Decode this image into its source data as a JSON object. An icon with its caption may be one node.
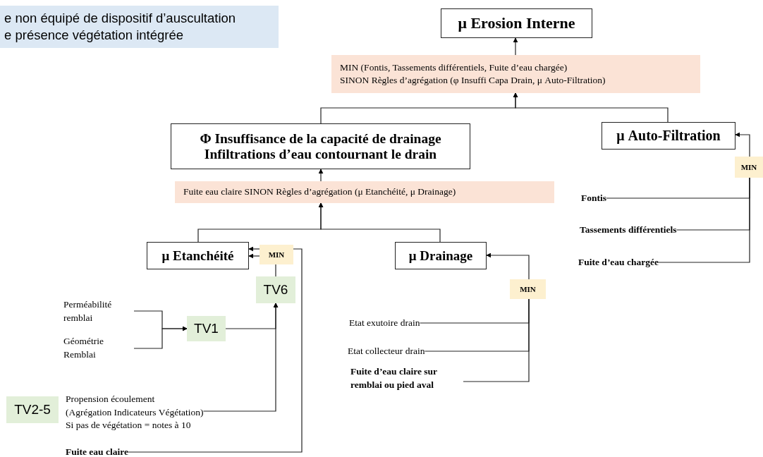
{
  "diagram": {
    "nodes": [
      {
        "text": [
          "e non équipé de dispositif d’auscultation e présence végétation intégrée"
        ]
      },
      {
        "text": [
          "μ Erosion Interne"
        ]
      },
      {
        "text": [
          "MIN (Fontis, Tassements différentiels, Fuite d’eau chargée)",
          "SINON Règles d’agrégation (φ Insuffi Capa Drain, μ Auto-Filtration)"
        ]
      },
      {
        "text": [
          "Φ Insuffisance de la capacité de drainage",
          "Infiltrations d’eau contournant le drain"
        ]
      },
      {
        "text": [
          "μ Auto-Filtration"
        ]
      },
      {
        "text": [
          "Fuite eau claire SINON Règles d’agrégation (μ Etanchéité, μ Drainage)"
        ]
      },
      {
        "text": [
          "μ Etanchéité"
        ]
      },
      {
        "text": [
          "MIN"
        ]
      },
      {
        "text": [
          "μ Drainage"
        ]
      },
      {
        "text": [
          "MIN"
        ]
      },
      {
        "text": [
          "MIN"
        ]
      },
      {
        "text": [
          "TV6"
        ]
      },
      {
        "text": [
          "TV1"
        ]
      },
      {
        "text": [
          "TV2-5"
        ]
      },
      {
        "text": [
          "Perméabilité remblai"
        ]
      },
      {
        "text": [
          "Géométrie Remblai"
        ]
      },
      {
        "text": [
          "Propension écoulement",
          "(Agrégation Indicateurs Végétation)",
          "Si pas de végétation = notes à 10"
        ]
      },
      {
        "text": [
          "Fuite eau claire"
        ]
      },
      {
        "text": [
          "Etat exutoire drain"
        ]
      },
      {
        "text": [
          "Etat collecteur drain"
        ]
      },
      {
        "text": [
          "Fuite d’eau claire sur remblai ou pied aval"
        ]
      },
      {
        "text": [
          "Fontis"
        ]
      },
      {
        "text": [
          "Tassements différentiels"
        ]
      },
      {
        "text": [
          "Fuite d’eau chargée"
        ]
      }
    ],
    "edges": [
      {
        "from": 2,
        "to": 1,
        "arrow": "to"
      },
      {
        "from": 3,
        "to": 2,
        "arrow": "to"
      },
      {
        "from": 4,
        "to": 2,
        "arrow": "to"
      },
      {
        "from": 5,
        "to": 3,
        "arrow": "to"
      },
      {
        "from": 6,
        "to": 5,
        "arrow": "to"
      },
      {
        "from": 8,
        "to": 5,
        "arrow": "to"
      },
      {
        "from": 17,
        "to": 7,
        "arrow": "none"
      },
      {
        "from": 7,
        "to": 6,
        "arrow": "to"
      },
      {
        "from": 7,
        "to": 6,
        "arrow": "to"
      },
      {
        "from": 11,
        "to": 7,
        "arrow": "none"
      },
      {
        "from": 12,
        "to": 11,
        "arrow": "to"
      },
      {
        "from": 16,
        "to": 11,
        "arrow": "to"
      },
      {
        "from": 14,
        "to": 12,
        "arrow": "to"
      },
      {
        "from": 15,
        "to": 12,
        "arrow": "to"
      },
      {
        "from": 9,
        "to": 8,
        "arrow": "to"
      },
      {
        "from": 18,
        "to": 9,
        "arrow": "none"
      },
      {
        "from": 19,
        "to": 9,
        "arrow": "none"
      },
      {
        "from": 20,
        "to": 9,
        "arrow": "none"
      },
      {
        "from": 10,
        "to": 4,
        "arrow": "to"
      },
      {
        "from": 21,
        "to": 10,
        "arrow": "none"
      },
      {
        "from": 22,
        "to": 10,
        "arrow": "none"
      },
      {
        "from": 23,
        "to": 10,
        "arrow": "none"
      }
    ]
  }
}
